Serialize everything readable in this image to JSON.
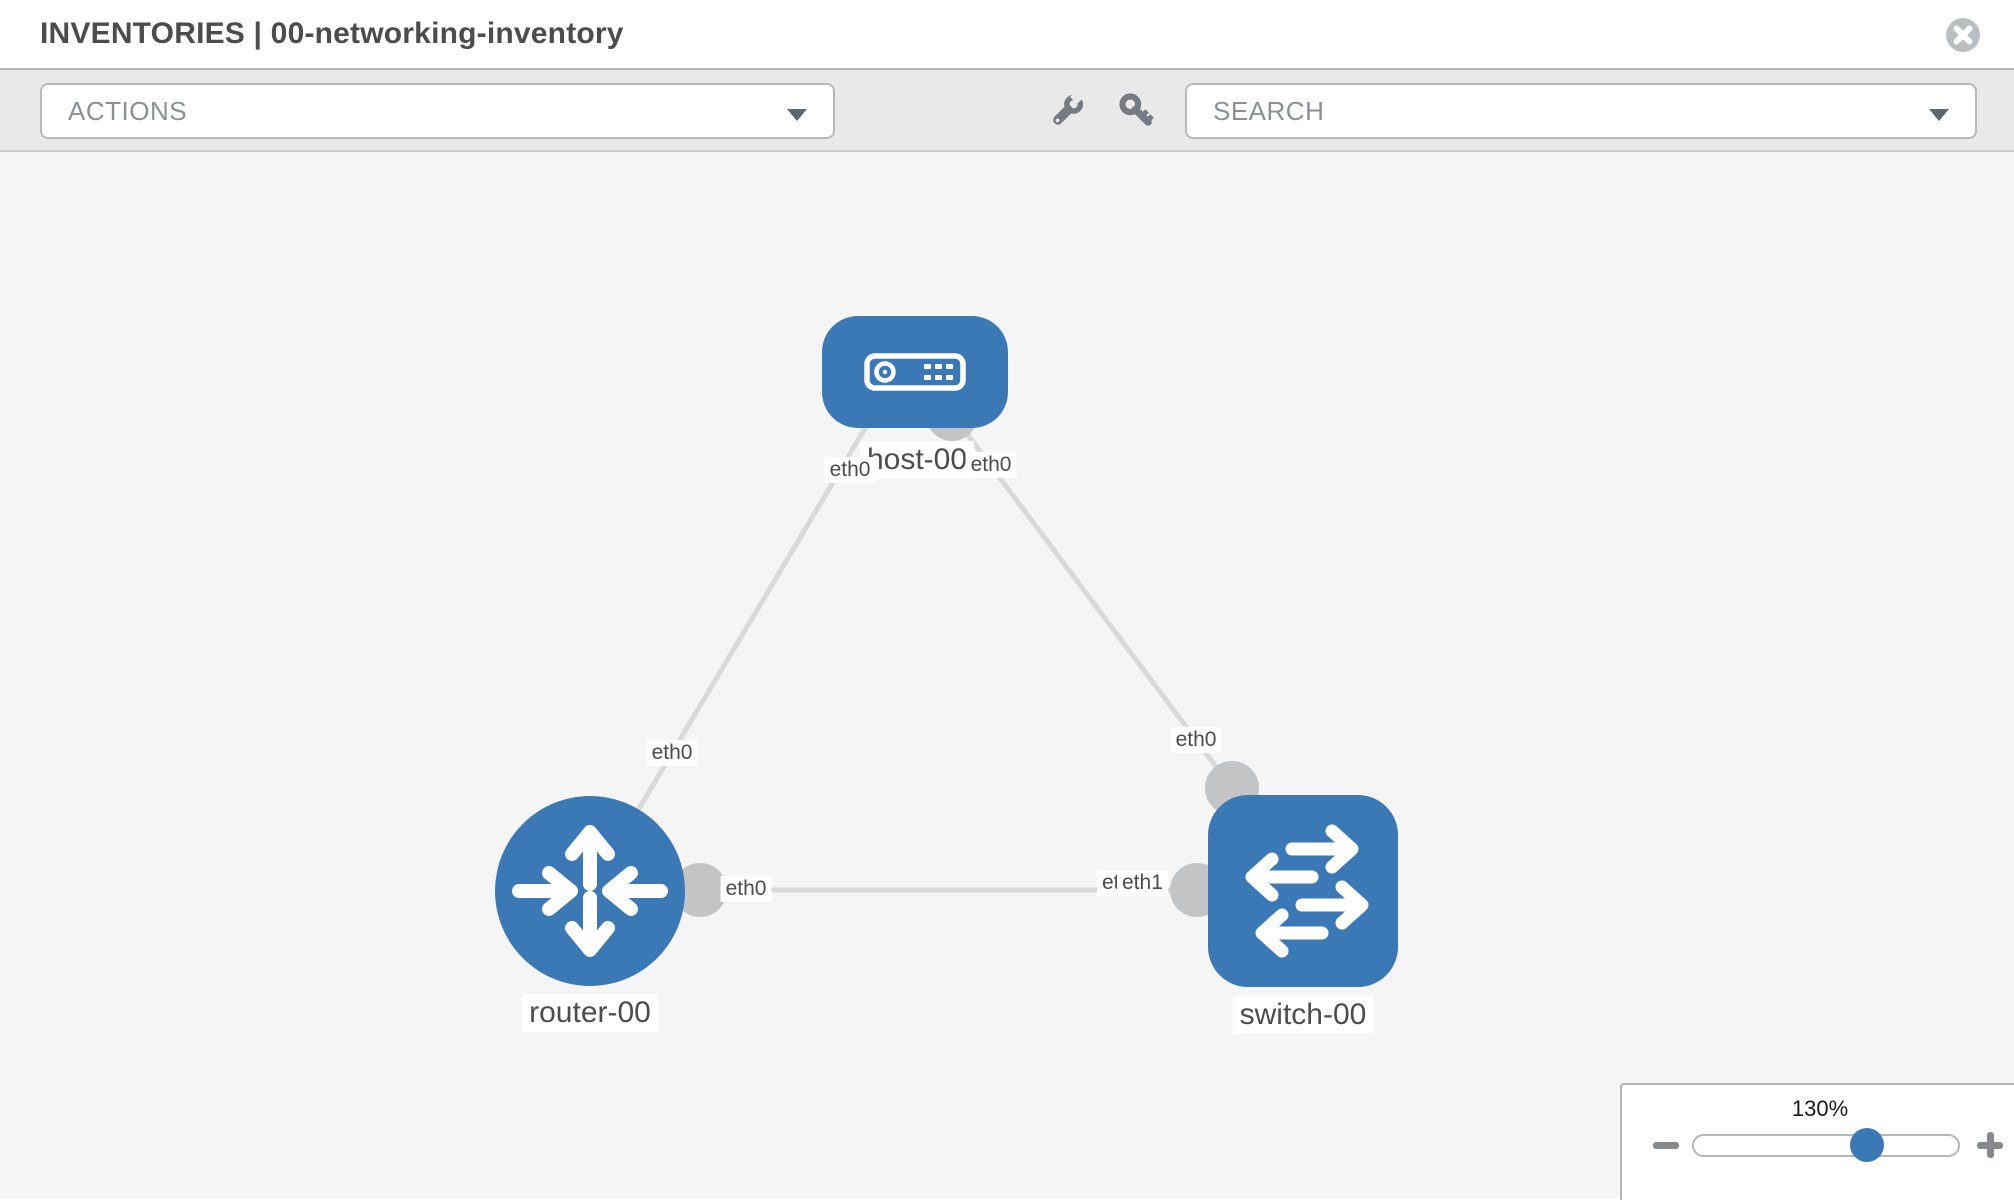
{
  "header": {
    "title": "INVENTORIES | 00-networking-inventory"
  },
  "toolbar": {
    "actions_label": "ACTIONS",
    "search_label": "SEARCH"
  },
  "colors": {
    "node_blue": "#3a79b6",
    "link_gray": "#d9d9d9",
    "dot_gray": "#c2c4c6",
    "canvas_bg": "#f5f5f6",
    "toolbar_bg": "#e9e9e9"
  },
  "graph": {
    "nodes": [
      {
        "id": "host-00",
        "type": "host",
        "label": "host-00"
      },
      {
        "id": "router-00",
        "type": "router",
        "label": "router-00"
      },
      {
        "id": "switch-00",
        "type": "switch",
        "label": "switch-00"
      }
    ],
    "links": [
      {
        "from": "host-00",
        "from_interface": "eth0",
        "to": "router-00",
        "to_interface": "eth0"
      },
      {
        "from": "host-00",
        "from_interface": "eth0",
        "to": "switch-00",
        "to_interface": "eth0"
      },
      {
        "from": "router-00",
        "from_interface": "eth0",
        "to": "switch-00",
        "to_interface": "eth1"
      }
    ],
    "node_labels": {
      "host": "host-00",
      "router": "router-00",
      "switch": "switch-00"
    },
    "interface_labels": {
      "host_left": "eth0",
      "host_right": "eth0",
      "host_router_mid": "eth0",
      "host_switch_mid": "eth0",
      "router_right": "eth0",
      "switch_left_back": "eth0",
      "switch_left_front": "eth1"
    }
  },
  "zoom_control": {
    "level": "130%",
    "slider_percent": 65
  }
}
